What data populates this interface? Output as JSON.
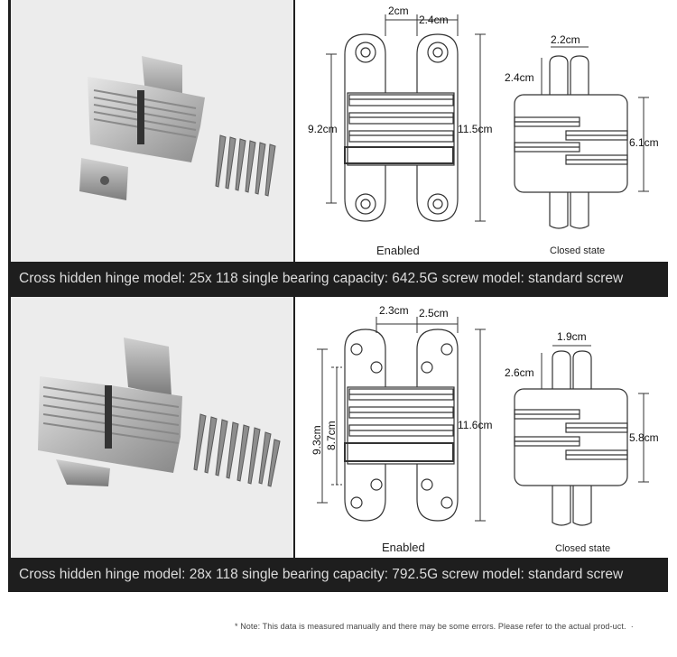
{
  "panels": [
    {
      "caption": "Cross hidden hinge model: 25x 118 single bearing capacity: 642.5G screw model: standard screw",
      "enabled_label": "Enabled",
      "closed_label": "Closed state",
      "dims": {
        "gap": "2cm",
        "leaf_width": "2.4cm",
        "inner_height": "9.2cm",
        "total_height": "11.5cm",
        "closed_width": "2.2cm",
        "closed_offset": "2.4cm",
        "closed_height": "6.1cm"
      }
    },
    {
      "caption": "Cross hidden hinge model: 28x 118 single bearing capacity: 792.5G screw model: standard screw",
      "enabled_label": "Enabled",
      "closed_label": "Closed state",
      "dims": {
        "gap": "2.3cm",
        "leaf_width": "2.5cm",
        "outer_hole_height": "9.3cm",
        "inner_hole_height": "8.7cm",
        "total_height": "11.6cm",
        "closed_width": "1.9cm",
        "closed_offset": "2.6cm",
        "closed_height": "5.8cm"
      }
    }
  ],
  "note": "* Note: This data is measured manually and there may be some errors. Please refer to the actual prod-uct.  ·"
}
